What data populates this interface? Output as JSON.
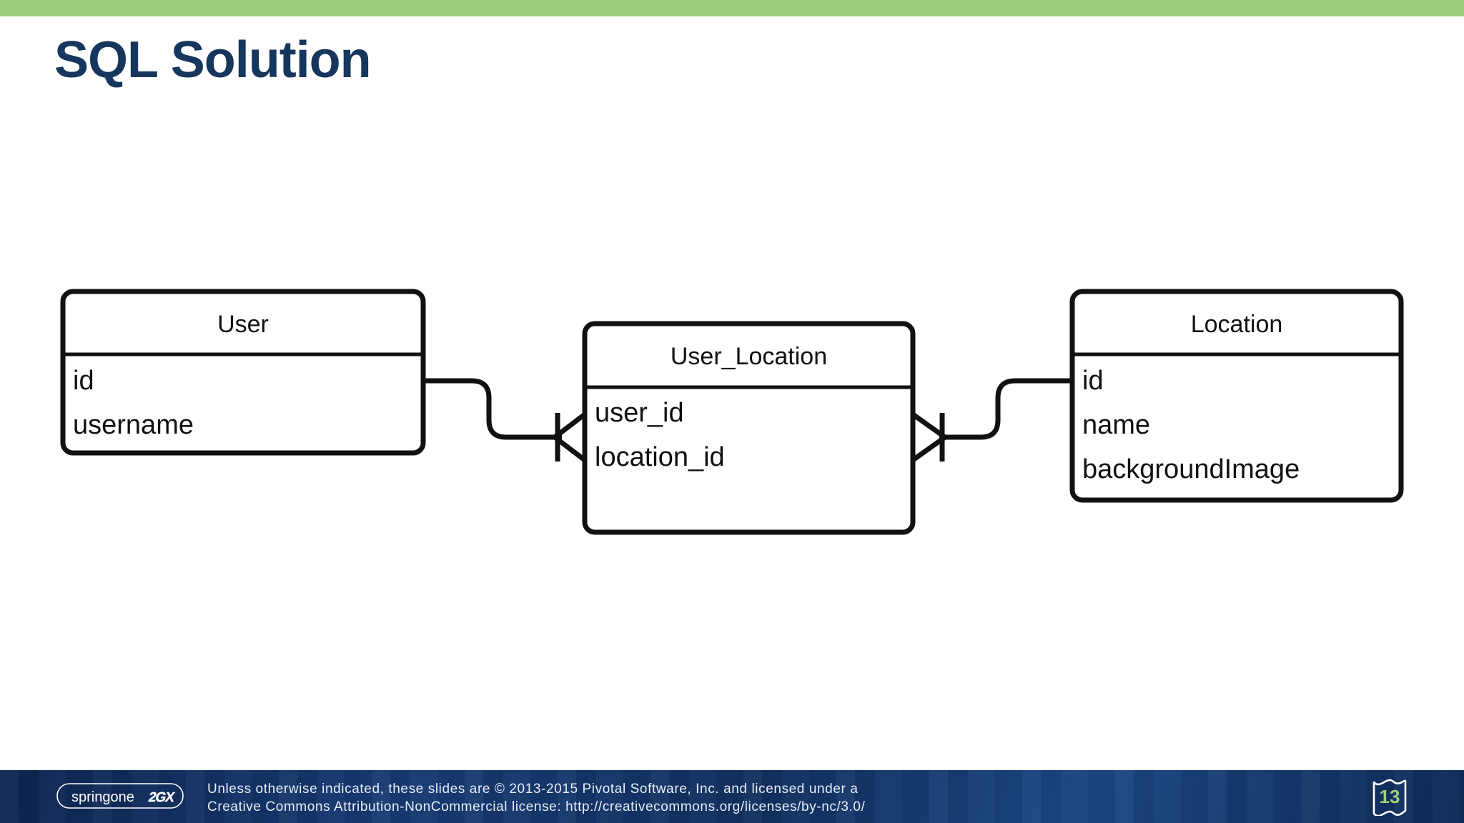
{
  "slide": {
    "title": "SQL Solution",
    "page_number": "13",
    "accent_green": "#9BCE7E",
    "title_navy": "#17365D",
    "footer_navy": "#11305f"
  },
  "diagram": {
    "type": "entity-relationship",
    "entities": [
      {
        "name": "User",
        "attributes": [
          "id",
          "username"
        ]
      },
      {
        "name": "User_Location",
        "attributes": [
          "user_id",
          "location_id"
        ]
      },
      {
        "name": "Location",
        "attributes": [
          "id",
          "name",
          "backgroundImage"
        ]
      }
    ],
    "relationships": [
      {
        "from": "User",
        "to": "User_Location",
        "from_cardinality": "one",
        "to_cardinality": "many",
        "notation": "crows-foot"
      },
      {
        "from": "User_Location",
        "to": "Location",
        "from_cardinality": "many",
        "to_cardinality": "one",
        "notation": "crows-foot"
      }
    ]
  },
  "footer": {
    "logo_word": "springone",
    "logo_mark": "2GX",
    "line1": "Unless otherwise indicated, these slides are © 2013-2015 Pivotal Software, Inc. and licensed under a",
    "line2": "Creative Commons Attribution-NonCommercial license: http://creativecommons.org/licenses/by-nc/3.0/"
  }
}
